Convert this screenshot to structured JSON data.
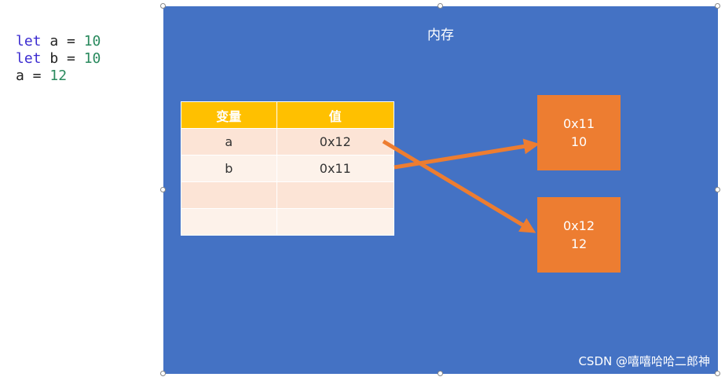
{
  "code_lines": [
    {
      "kw": "let",
      "rest": " a = ",
      "num": "10"
    },
    {
      "kw": "let",
      "rest": " b = ",
      "num": "10"
    },
    {
      "kw": "",
      "rest": "a = ",
      "num": "12"
    }
  ],
  "diagram": {
    "title": "内存",
    "table": {
      "headers": [
        "变量",
        "值"
      ],
      "rows": [
        [
          "a",
          "0x12"
        ],
        [
          "b",
          "0x11"
        ],
        [
          "",
          ""
        ],
        [
          "",
          ""
        ]
      ]
    },
    "boxes": [
      {
        "address": "0x11",
        "value": "10"
      },
      {
        "address": "0x12",
        "value": "12"
      }
    ],
    "colors": {
      "background": "#4472c4",
      "header": "#ffc000",
      "box": "#ed7d31",
      "arrow": "#ed7d31"
    }
  },
  "watermark": "CSDN @嘻嘻哈哈二郎神"
}
